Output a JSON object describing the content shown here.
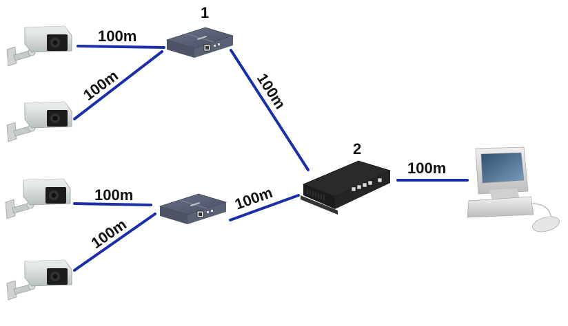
{
  "diagram": {
    "nodes": {
      "camera_1": {
        "type": "camera-icon"
      },
      "camera_2": {
        "type": "camera-icon"
      },
      "camera_3": {
        "type": "camera-icon"
      },
      "camera_4": {
        "type": "camera-icon"
      },
      "extender_1": {
        "type": "poe-extender-icon",
        "label": "1"
      },
      "extender_2": {
        "type": "poe-extender-icon"
      },
      "switch": {
        "type": "poe-switch-icon",
        "label": "2",
        "ports": 5
      },
      "computer": {
        "type": "computer-icon"
      }
    },
    "links": [
      {
        "from": "camera_1",
        "to": "extender_1",
        "label": "100m"
      },
      {
        "from": "camera_2",
        "to": "extender_1",
        "label": "100m"
      },
      {
        "from": "extender_1",
        "to": "switch",
        "label": "100m"
      },
      {
        "from": "camera_3",
        "to": "extender_2",
        "label": "100m"
      },
      {
        "from": "camera_4",
        "to": "extender_2",
        "label": "100m"
      },
      {
        "from": "extender_2",
        "to": "switch",
        "label": "100m"
      },
      {
        "from": "switch",
        "to": "computer",
        "label": "100m"
      }
    ],
    "colors": {
      "link": "#1a2fa8",
      "text": "#111111"
    }
  }
}
